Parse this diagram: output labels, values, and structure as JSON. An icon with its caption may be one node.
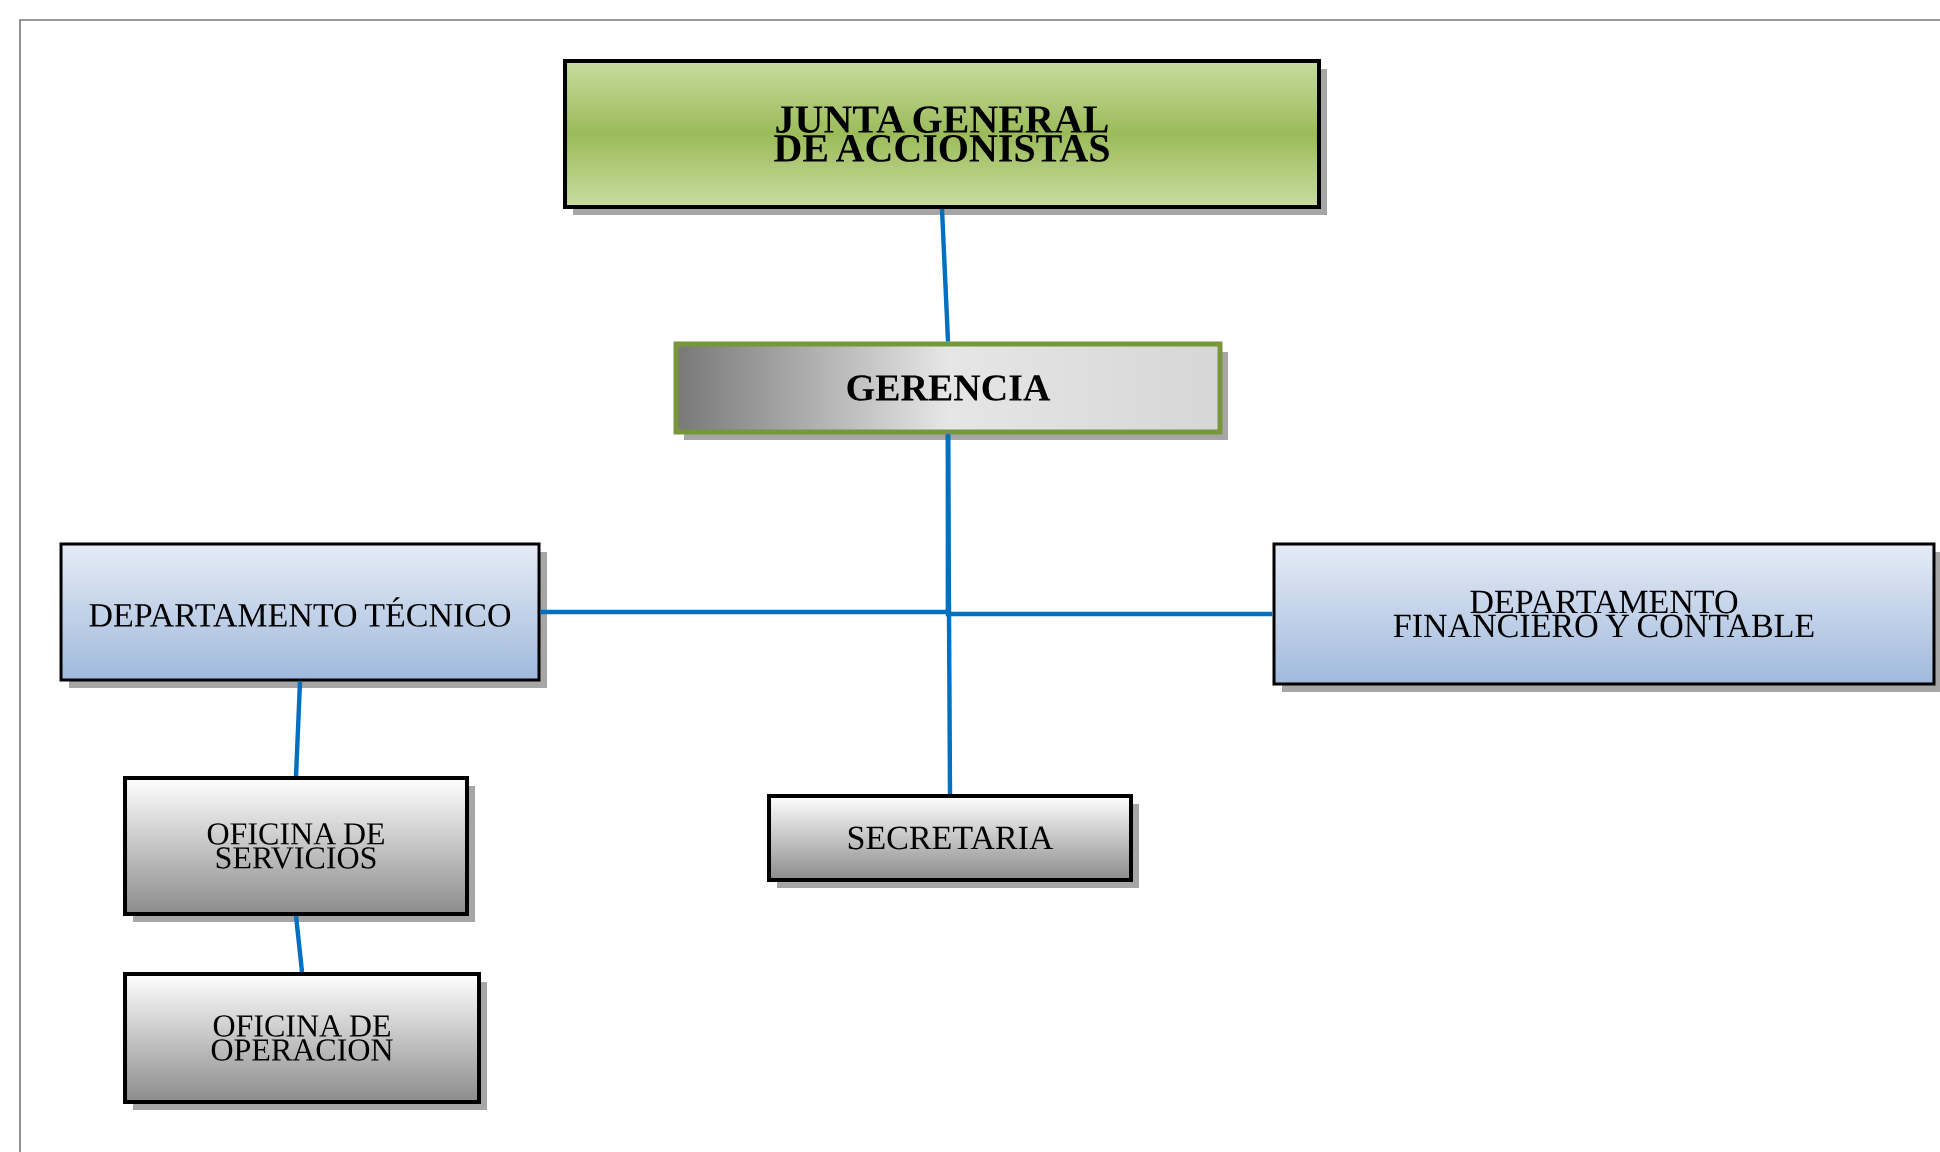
{
  "diagram": {
    "nodes": [
      {
        "text": [
          "JUNTA GENERAL DE ACCIONISTAS"
        ]
      },
      {
        "text": [
          "GERENCIA"
        ]
      },
      {
        "text": [
          "DEPARTAMENTO TÉCNICO"
        ]
      },
      {
        "text": [
          "DEPARTAMENTO FINANCIERO Y CONTABLE"
        ]
      },
      {
        "text": [
          "OFICINA DE SERVICIOS"
        ]
      },
      {
        "text": [
          "SECRETARIA"
        ]
      },
      {
        "text": [
          "OFICINA DE OPERACION"
        ]
      }
    ],
    "edges": [
      {
        "from": 0,
        "to": 1,
        "arrow": "none"
      },
      {
        "from": 1,
        "to": 2,
        "arrow": "none"
      },
      {
        "from": 1,
        "to": 3,
        "arrow": "none"
      },
      {
        "from": 1,
        "to": 5,
        "arrow": "none"
      },
      {
        "from": 2,
        "to": 4,
        "arrow": "none"
      },
      {
        "from": 4,
        "to": 6,
        "arrow": "none"
      }
    ]
  }
}
